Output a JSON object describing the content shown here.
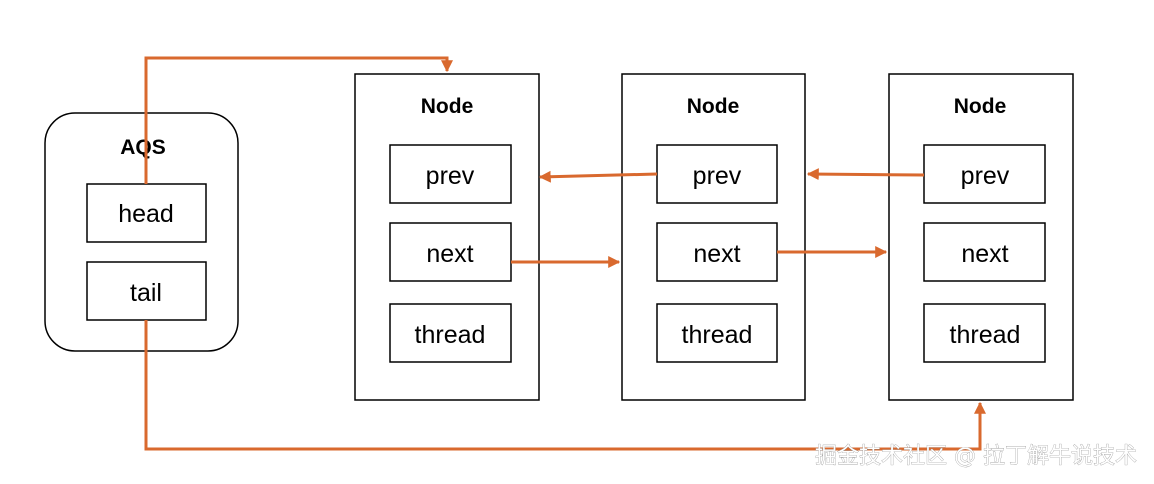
{
  "colors": {
    "arrow": "#d9692e",
    "stroke": "#000000",
    "background": "#ffffff"
  },
  "aqs": {
    "title": "AQS",
    "fields": [
      "head",
      "tail"
    ]
  },
  "nodes": [
    {
      "title": "Node",
      "fields": [
        "prev",
        "next",
        "thread"
      ]
    },
    {
      "title": "Node",
      "fields": [
        "prev",
        "next",
        "thread"
      ]
    },
    {
      "title": "Node",
      "fields": [
        "prev",
        "next",
        "thread"
      ]
    }
  ],
  "watermark": "掘金技术社区 @ 拉丁解牛说技术"
}
